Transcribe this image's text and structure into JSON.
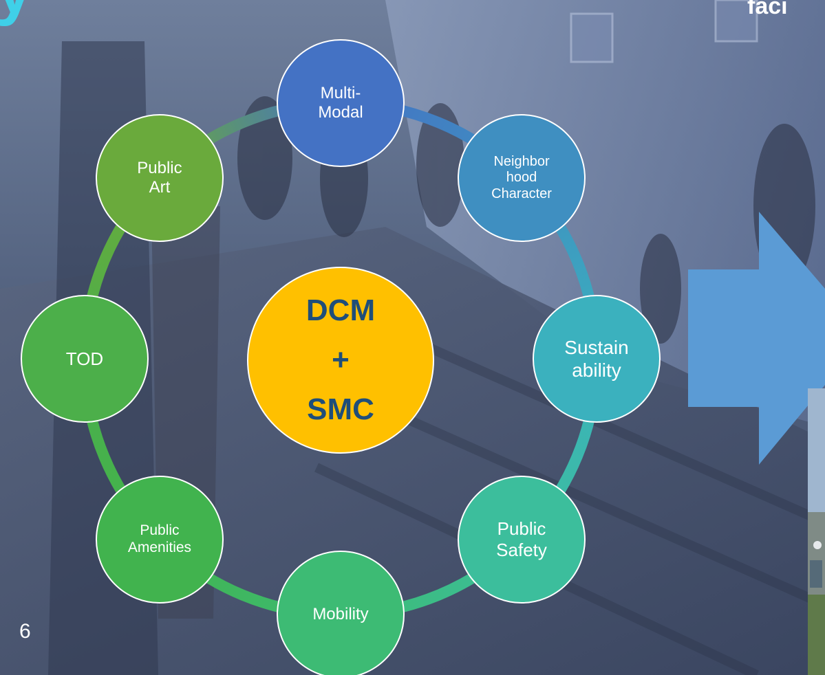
{
  "slide": {
    "title_fragment": "y",
    "heading_fragment": "faci",
    "page_number": "6"
  },
  "diagram": {
    "center": {
      "lines": [
        "DCM",
        "+",
        "SMC"
      ],
      "color": "#ffc000"
    },
    "nodes": [
      {
        "label": "Multi-\nModal",
        "color": "#4472c4"
      },
      {
        "label": "Neighbor\nhood\nCharacter",
        "color": "#3f8fc1"
      },
      {
        "label": "Sustain\nability",
        "color": "#3bb1be"
      },
      {
        "label": "Public\nSafety",
        "color": "#3cbe9c"
      },
      {
        "label": "Mobility",
        "color": "#3dbb74"
      },
      {
        "label": "Public\nAmenities",
        "color": "#41b34e"
      },
      {
        "label": "TOD",
        "color": "#4caf4a"
      },
      {
        "label": "Public\nArt",
        "color": "#6aaa3c"
      }
    ]
  },
  "arrow": {
    "color": "#5b9bd5"
  }
}
